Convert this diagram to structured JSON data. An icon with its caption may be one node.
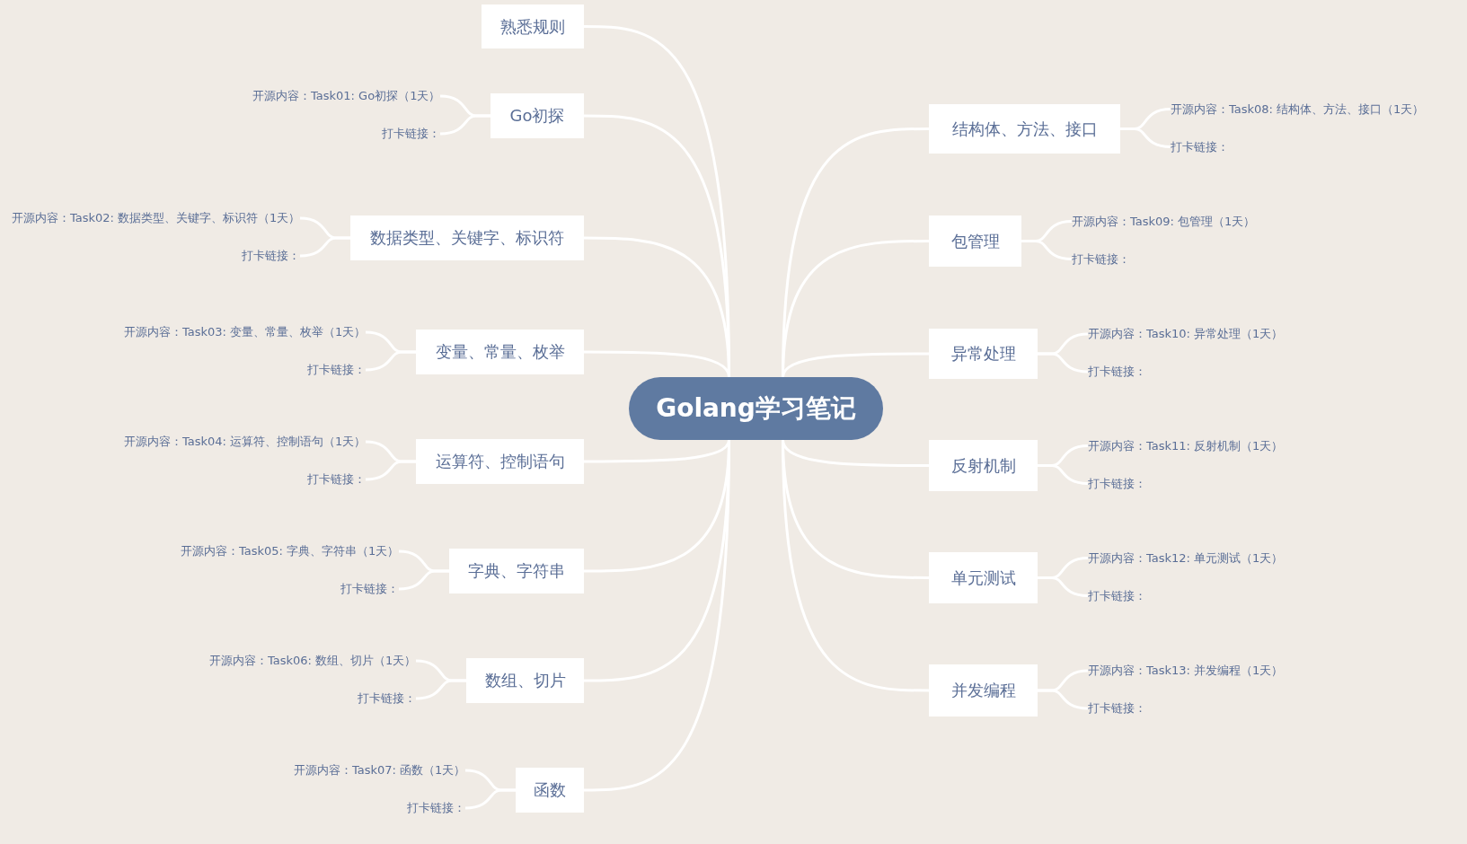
{
  "diagram": {
    "nodes": [
      {
        "text": [
          "Golang学习笔记"
        ]
      },
      {
        "text": [
          "熟悉规则"
        ]
      },
      {
        "text": [
          "Go初探"
        ]
      },
      {
        "text": [
          "开源内容：Task01: Go初探（1天）"
        ]
      },
      {
        "text": [
          "打卡链接："
        ]
      },
      {
        "text": [
          "数据类型、关键字、标识符"
        ]
      },
      {
        "text": [
          "开源内容：Task02: 数据类型、关键字、标识符（1天）"
        ]
      },
      {
        "text": [
          "打卡链接："
        ]
      },
      {
        "text": [
          "变量、常量、枚举"
        ]
      },
      {
        "text": [
          "开源内容：Task03: 变量、常量、枚举（1天）"
        ]
      },
      {
        "text": [
          "打卡链接："
        ]
      },
      {
        "text": [
          "运算符、控制语句"
        ]
      },
      {
        "text": [
          "开源内容：Task04: 运算符、控制语句（1天）"
        ]
      },
      {
        "text": [
          "打卡链接："
        ]
      },
      {
        "text": [
          "字典、字符串"
        ]
      },
      {
        "text": [
          "开源内容：Task05: 字典、字符串（1天）"
        ]
      },
      {
        "text": [
          "打卡链接："
        ]
      },
      {
        "text": [
          "数组、切片"
        ]
      },
      {
        "text": [
          "开源内容：Task06: 数组、切片（1天）"
        ]
      },
      {
        "text": [
          "打卡链接："
        ]
      },
      {
        "text": [
          "函数"
        ]
      },
      {
        "text": [
          "开源内容：Task07: 函数（1天）"
        ]
      },
      {
        "text": [
          "打卡链接："
        ]
      },
      {
        "text": [
          "结构体、方法、接口"
        ]
      },
      {
        "text": [
          "开源内容：Task08: 结构体、方法、接口（1天）"
        ]
      },
      {
        "text": [
          "打卡链接："
        ]
      },
      {
        "text": [
          "包管理"
        ]
      },
      {
        "text": [
          "开源内容：Task09: 包管理（1天）"
        ]
      },
      {
        "text": [
          "打卡链接："
        ]
      },
      {
        "text": [
          "异常处理"
        ]
      },
      {
        "text": [
          "开源内容：Task10: 异常处理（1天）"
        ]
      },
      {
        "text": [
          "打卡链接："
        ]
      },
      {
        "text": [
          "反射机制"
        ]
      },
      {
        "text": [
          "开源内容：Task11: 反射机制（1天）"
        ]
      },
      {
        "text": [
          "打卡链接："
        ]
      },
      {
        "text": [
          "单元测试"
        ]
      },
      {
        "text": [
          "开源内容：Task12: 单元测试（1天）"
        ]
      },
      {
        "text": [
          "打卡链接："
        ]
      },
      {
        "text": [
          "并发编程"
        ]
      },
      {
        "text": [
          "开源内容：Task13: 并发编程（1天）"
        ]
      },
      {
        "text": [
          "打卡链接："
        ]
      }
    ],
    "edges": [
      {
        "from": 0,
        "to": 1,
        "arrow": "none"
      },
      {
        "from": 0,
        "to": 2,
        "arrow": "none"
      },
      {
        "from": 2,
        "to": 3,
        "arrow": "none"
      },
      {
        "from": 2,
        "to": 4,
        "arrow": "none"
      },
      {
        "from": 0,
        "to": 5,
        "arrow": "none"
      },
      {
        "from": 5,
        "to": 6,
        "arrow": "none"
      },
      {
        "from": 5,
        "to": 7,
        "arrow": "none"
      },
      {
        "from": 0,
        "to": 8,
        "arrow": "none"
      },
      {
        "from": 8,
        "to": 9,
        "arrow": "none"
      },
      {
        "from": 8,
        "to": 10,
        "arrow": "none"
      },
      {
        "from": 0,
        "to": 11,
        "arrow": "none"
      },
      {
        "from": 11,
        "to": 12,
        "arrow": "none"
      },
      {
        "from": 11,
        "to": 13,
        "arrow": "none"
      },
      {
        "from": 0,
        "to": 14,
        "arrow": "none"
      },
      {
        "from": 14,
        "to": 15,
        "arrow": "none"
      },
      {
        "from": 14,
        "to": 16,
        "arrow": "none"
      },
      {
        "from": 0,
        "to": 17,
        "arrow": "none"
      },
      {
        "from": 17,
        "to": 18,
        "arrow": "none"
      },
      {
        "from": 17,
        "to": 19,
        "arrow": "none"
      },
      {
        "from": 0,
        "to": 20,
        "arrow": "none"
      },
      {
        "from": 20,
        "to": 21,
        "arrow": "none"
      },
      {
        "from": 20,
        "to": 22,
        "arrow": "none"
      },
      {
        "from": 0,
        "to": 23,
        "arrow": "none"
      },
      {
        "from": 23,
        "to": 24,
        "arrow": "none"
      },
      {
        "from": 23,
        "to": 25,
        "arrow": "none"
      },
      {
        "from": 0,
        "to": 26,
        "arrow": "none"
      },
      {
        "from": 26,
        "to": 27,
        "arrow": "none"
      },
      {
        "from": 26,
        "to": 28,
        "arrow": "none"
      },
      {
        "from": 0,
        "to": 29,
        "arrow": "none"
      },
      {
        "from": 29,
        "to": 30,
        "arrow": "none"
      },
      {
        "from": 29,
        "to": 31,
        "arrow": "none"
      },
      {
        "from": 0,
        "to": 32,
        "arrow": "none"
      },
      {
        "from": 32,
        "to": 33,
        "arrow": "none"
      },
      {
        "from": 32,
        "to": 34,
        "arrow": "none"
      },
      {
        "from": 0,
        "to": 35,
        "arrow": "none"
      },
      {
        "from": 35,
        "to": 36,
        "arrow": "none"
      },
      {
        "from": 35,
        "to": 37,
        "arrow": "none"
      },
      {
        "from": 0,
        "to": 38,
        "arrow": "none"
      },
      {
        "from": 38,
        "to": 39,
        "arrow": "none"
      },
      {
        "from": 38,
        "to": 40,
        "arrow": "none"
      }
    ]
  }
}
